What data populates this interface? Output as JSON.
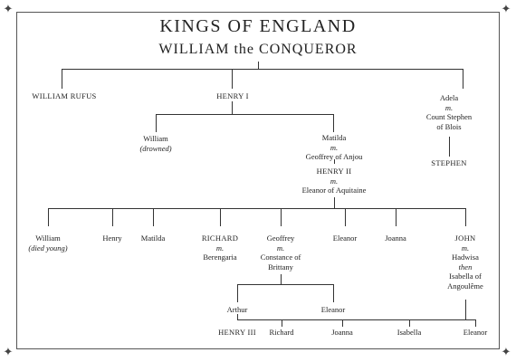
{
  "title": "KINGS OF ENGLAND",
  "subtitle": "WILLIAM the CONQUEROR",
  "ornament": "✦",
  "gen1": {
    "william_rufus": "WILLIAM RUFUS",
    "henry_i": "HENRY I",
    "adela": "Adela",
    "adela_m": "m.",
    "adela_spouse1": "Count Stephen",
    "adela_spouse2": "of Blois",
    "stephen": "STEPHEN"
  },
  "gen2": {
    "william": "William",
    "william_note": "(drowned)",
    "matilda": "Matilda",
    "matilda_m": "m.",
    "matilda_spouse": "Geoffrey of Anjou",
    "henry_ii": "HENRY II",
    "henry_ii_m": "m.",
    "henry_ii_spouse": "Eleanor of Aquitaine"
  },
  "gen3": {
    "william": "William",
    "william_note": "(died young)",
    "henry": "Henry",
    "matilda": "Matilda",
    "richard": "RICHARD",
    "richard_m": "m.",
    "richard_spouse": "Berengaria",
    "geoffrey": "Geoffrey",
    "geoffrey_m": "m.",
    "geoffrey_spouse1": "Constance of",
    "geoffrey_spouse2": "Brittany",
    "eleanor": "Eleanor",
    "joanna": "Joanna",
    "john": "JOHN",
    "john_m": "m.",
    "john_spouse1": "Hadwisa",
    "john_then": "then",
    "john_spouse2": "Isabella of",
    "john_spouse3": "Angoulême"
  },
  "gen4": {
    "arthur": "Arthur",
    "eleanor": "Eleanor"
  },
  "gen5": {
    "henry_iii": "HENRY III",
    "richard": "Richard",
    "joanna": "Joanna",
    "isabella": "Isabella",
    "eleanor": "Eleanor"
  }
}
